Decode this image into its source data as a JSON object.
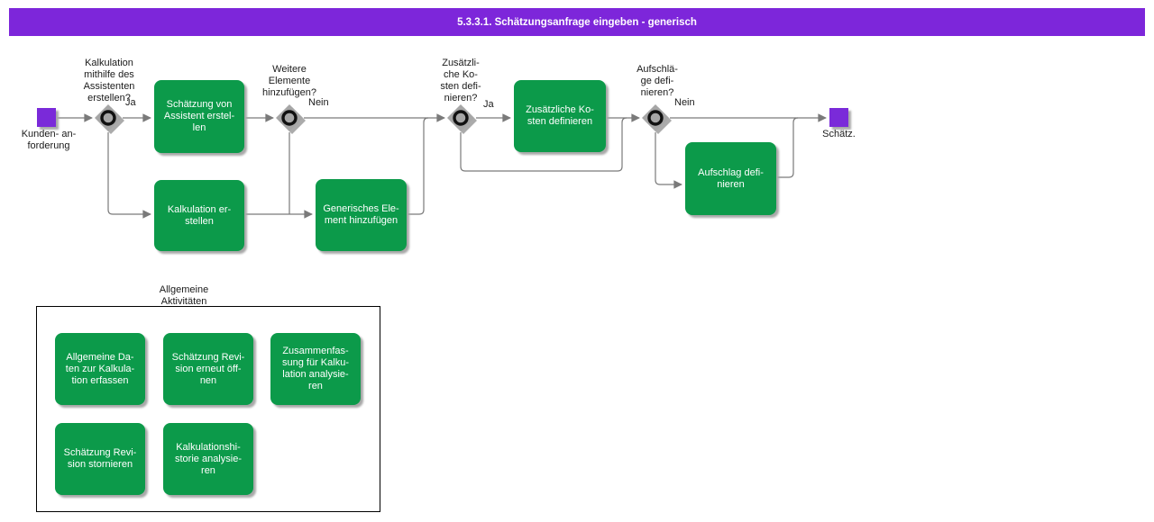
{
  "title_bar": {
    "text": "5.3.3.1. Schätzungsanfrage eingeben - generisch"
  },
  "colors": {
    "title_purple": "#7d26da",
    "event_purple": "#7a2ad9",
    "activity_green": "#0c9a4a",
    "connector_gray": "#7a7a7a",
    "gateway_gray": "#a6a6a6"
  },
  "flow": {
    "start_event": {
      "label": "Kunden- an-\nforderung"
    },
    "end_event": {
      "label": "Schätz."
    },
    "gateways": [
      {
        "question": "Kalkulation\nmithilfe des\nAssistenten\nerstellen?",
        "branch_label": "Ja"
      },
      {
        "question": "Weitere\nElemente\nhinzufügen?",
        "branch_label": "Nein"
      },
      {
        "question": "Zusätzli-\nche Ko-\nsten defi-\nnieren?",
        "branch_label": "Ja"
      },
      {
        "question": "Aufschlä-\nge defi-\nnieren?",
        "branch_label": "Nein"
      }
    ],
    "activities": [
      {
        "label": "Schätzung von\nAssistent erstel-\nlen"
      },
      {
        "label": "Kalkulation er-\nstellen"
      },
      {
        "label": "Generisches Ele-\nment hinzufügen"
      },
      {
        "label": "Zusätzliche Ko-\nsten definieren"
      },
      {
        "label": "Aufschlag defi-\nnieren"
      }
    ]
  },
  "general_activities": {
    "group_label": "Allgemeine\nAktivitäten",
    "items": [
      {
        "label": "Allgemeine Da-\nten zur Kalkula-\ntion erfassen"
      },
      {
        "label": "Schätzung Revi-\nsion erneut öff-\nnen"
      },
      {
        "label": "Zusammenfas-\nsung für Kalku-\nlation analysie-\nren"
      },
      {
        "label": "Schätzung Revi-\nsion stornieren"
      },
      {
        "label": "Kalkulationshi-\nstorie analysie-\nren"
      }
    ]
  }
}
